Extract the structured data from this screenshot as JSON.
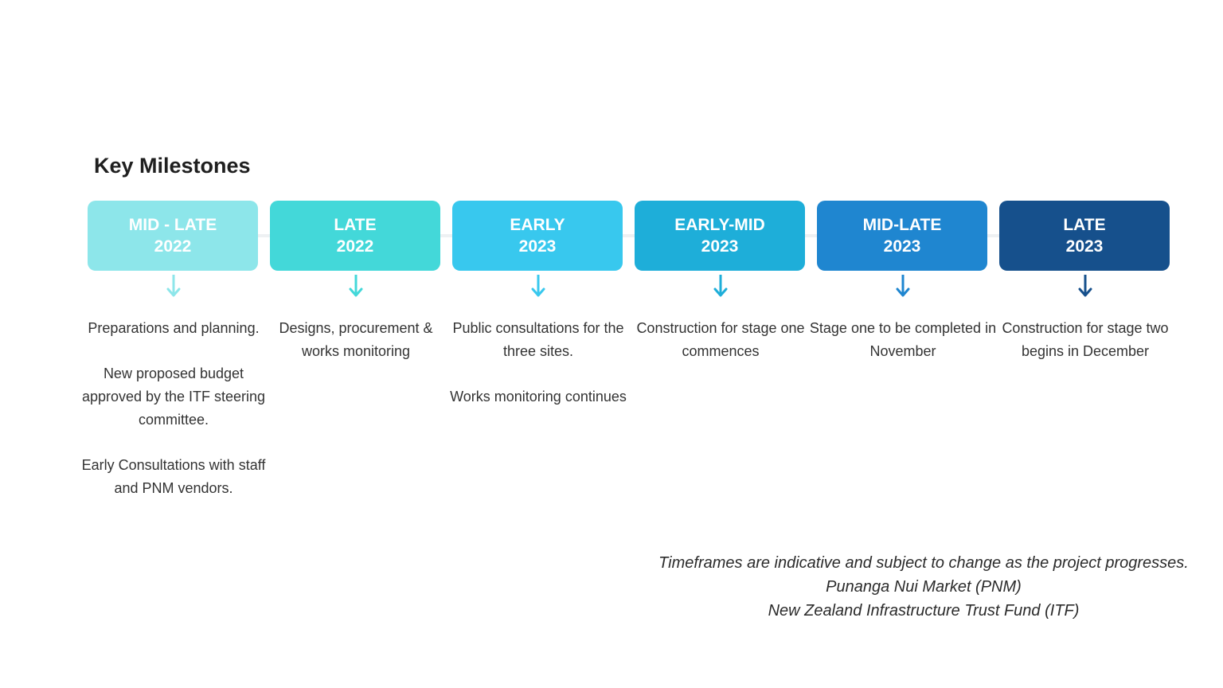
{
  "title": "Key Milestones",
  "milestones": [
    {
      "period": "MID - LATE",
      "year": "2022",
      "color": "#8de6ea",
      "arrow_color": "#8de6ea",
      "description": [
        "Preparations and planning.",
        "New proposed budget approved by the ITF steering committee.",
        "Early Consultations with staff and PNM vendors."
      ]
    },
    {
      "period": "LATE",
      "year": "2022",
      "color": "#43d8d9",
      "arrow_color": "#43d8d9",
      "description": [
        "Designs, procurement & works monitoring"
      ]
    },
    {
      "period": "EARLY",
      "year": "2023",
      "color": "#38c8ee",
      "arrow_color": "#38c8ee",
      "description": [
        "Public consultations for the three sites.",
        "Works monitoring continues"
      ]
    },
    {
      "period": "EARLY-MID",
      "year": "2023",
      "color": "#1eaed9",
      "arrow_color": "#1eaed9",
      "description": [
        "Construction for stage one commences"
      ]
    },
    {
      "period": "MID-LATE",
      "year": "2023",
      "color": "#1f86d0",
      "arrow_color": "#1f86d0",
      "description": [
        "Stage one to be completed in November"
      ]
    },
    {
      "period": "LATE",
      "year": "2023",
      "color": "#16508c",
      "arrow_color": "#16508c",
      "description": [
        "Construction for stage two begins in December"
      ]
    }
  ],
  "footnotes": [
    "Timeframes are indicative and subject to change as the project progresses.",
    "Punanga Nui Market (PNM)",
    "New Zealand Infrastructure Trust Fund (ITF)"
  ]
}
